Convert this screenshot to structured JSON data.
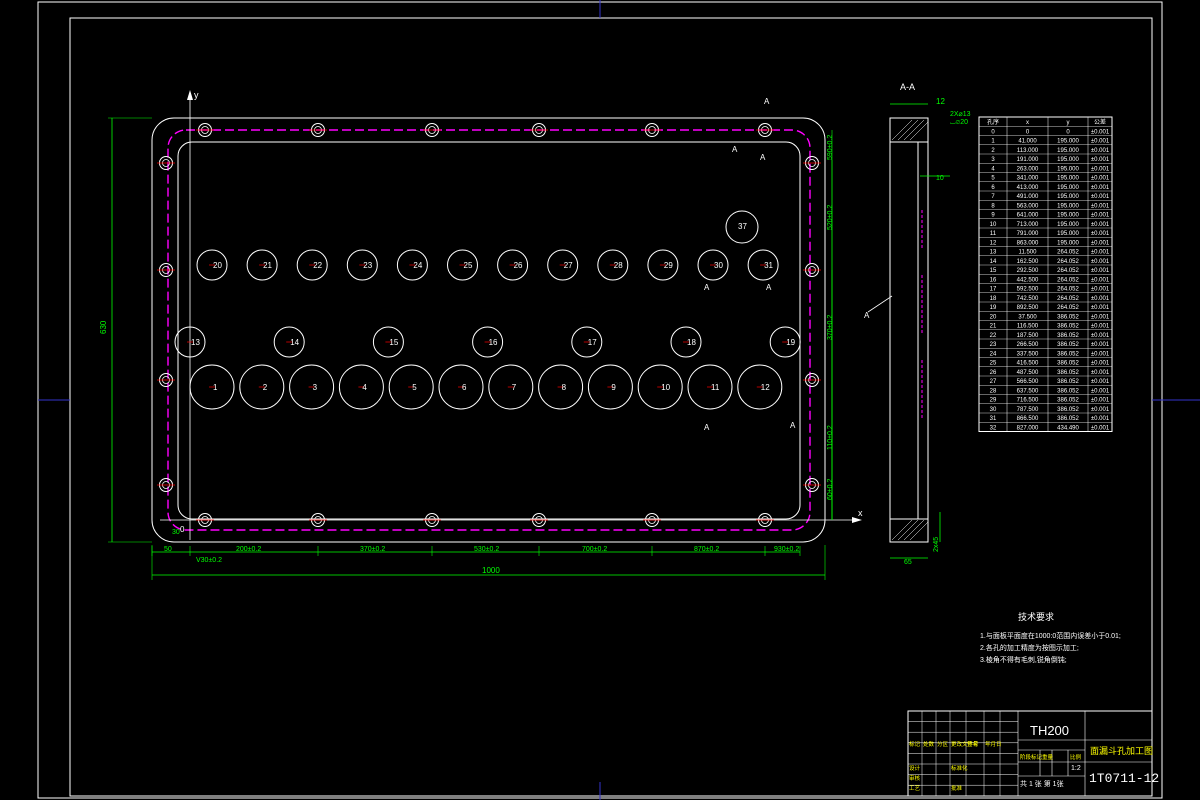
{
  "section": {
    "title": "A-A",
    "markers": {
      "a": "A"
    },
    "dims": {
      "top": "12",
      "hole": "2X⌀13",
      "cbore": "⌴⌀20",
      "ten": "10",
      "bottom": "65",
      "right": "2x45"
    }
  },
  "plate": {
    "axis_x": "x",
    "axis_y": "y",
    "origin": "0",
    "height_dim": "630",
    "width_dim": "1000",
    "chain_dims": [
      "50",
      "200±0.2",
      "370±0.2",
      "530±0.2",
      "700±0.2",
      "870±0.2",
      "930±0.2"
    ],
    "dim_30": "30",
    "dim_v30": "V30±0.2",
    "right_dims": [
      "590±0.2",
      "520±0.2",
      "370±0.2",
      "110±0.2",
      "60±0.2"
    ],
    "holes_large": [
      "1",
      "2",
      "3",
      "4",
      "5",
      "6",
      "7",
      "8",
      "9",
      "10",
      "11",
      "12"
    ],
    "holes_mid": [
      "13",
      "14",
      "15",
      "16",
      "17",
      "18",
      "19"
    ],
    "holes_small": [
      "20",
      "21",
      "22",
      "23",
      "24",
      "25",
      "26",
      "27",
      "28",
      "29",
      "30",
      "31"
    ],
    "hole_37": "37"
  },
  "table": {
    "headers": [
      "孔序",
      "x",
      "y",
      "公差"
    ],
    "rows": [
      [
        "0",
        "0",
        "0",
        "±0.001"
      ],
      [
        "1",
        "41.000",
        "195.000",
        "±0.001"
      ],
      [
        "2",
        "113.000",
        "195.000",
        "±0.001"
      ],
      [
        "3",
        "191.000",
        "195.000",
        "±0.001"
      ],
      [
        "4",
        "263.000",
        "195.000",
        "±0.001"
      ],
      [
        "5",
        "341.000",
        "195.000",
        "±0.001"
      ],
      [
        "6",
        "413.000",
        "195.000",
        "±0.001"
      ],
      [
        "7",
        "491.000",
        "195.000",
        "±0.001"
      ],
      [
        "8",
        "563.000",
        "195.000",
        "±0.001"
      ],
      [
        "9",
        "641.000",
        "195.000",
        "±0.001"
      ],
      [
        "10",
        "713.000",
        "195.000",
        "±0.001"
      ],
      [
        "11",
        "791.000",
        "195.000",
        "±0.001"
      ],
      [
        "12",
        "863.000",
        "195.000",
        "±0.001"
      ],
      [
        "13",
        "11.500",
        "264.052",
        "±0.001"
      ],
      [
        "14",
        "162.500",
        "264.052",
        "±0.001"
      ],
      [
        "15",
        "292.500",
        "264.052",
        "±0.001"
      ],
      [
        "16",
        "442.500",
        "264.052",
        "±0.001"
      ],
      [
        "17",
        "592.500",
        "264.052",
        "±0.001"
      ],
      [
        "18",
        "742.500",
        "264.052",
        "±0.001"
      ],
      [
        "19",
        "892.500",
        "264.052",
        "±0.001"
      ],
      [
        "20",
        "37.500",
        "386.052",
        "±0.001"
      ],
      [
        "21",
        "116.500",
        "386.052",
        "±0.001"
      ],
      [
        "22",
        "187.500",
        "386.052",
        "±0.001"
      ],
      [
        "23",
        "266.500",
        "386.052",
        "±0.001"
      ],
      [
        "24",
        "337.500",
        "386.052",
        "±0.001"
      ],
      [
        "25",
        "416.500",
        "386.052",
        "±0.001"
      ],
      [
        "26",
        "487.500",
        "386.052",
        "±0.001"
      ],
      [
        "27",
        "566.500",
        "386.052",
        "±0.001"
      ],
      [
        "28",
        "637.500",
        "386.052",
        "±0.001"
      ],
      [
        "29",
        "716.500",
        "386.052",
        "±0.001"
      ],
      [
        "30",
        "787.500",
        "386.052",
        "±0.001"
      ],
      [
        "31",
        "866.500",
        "386.052",
        "±0.001"
      ],
      [
        "32",
        "827.000",
        "434.490",
        "±0.001"
      ]
    ]
  },
  "tech": {
    "title": "技术要求",
    "lines": [
      "1.与面板平面度在1000:0范围内误差小于0.01;",
      "2.各孔的加工精度为按图示加工;",
      "3.棱角不得有毛刺,锐角倒钝;"
    ]
  },
  "title_block": {
    "model": "TH200",
    "drawing_name": "面漏斗孔加工图",
    "drawing_no": "1T0711-12",
    "labels": [
      "标记",
      "处数",
      "分区",
      "更改文件号",
      "签名",
      "年月日",
      "设计",
      "标准化",
      "阶段标记",
      "重量",
      "比例",
      "审核",
      "工艺",
      "批准"
    ],
    "scale": "1:2",
    "sheet": "共 1 张 第 1张"
  },
  "colors": {
    "line": "#ffffff",
    "dim": "#00ff00",
    "hidden": "#ff00ff",
    "frame": "#3333cc",
    "text": "#ffff00"
  }
}
